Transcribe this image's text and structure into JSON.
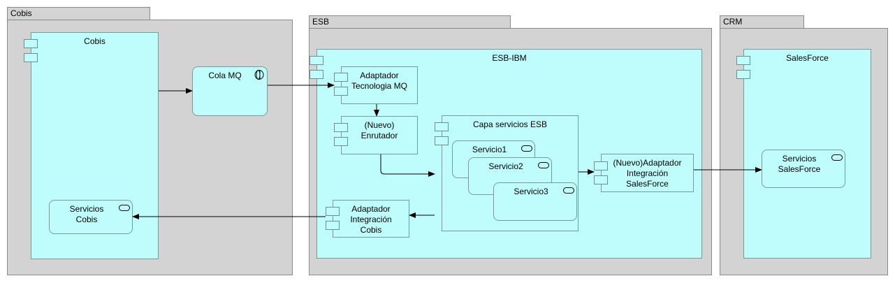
{
  "groups": {
    "cobis": {
      "tab": "Cobis"
    },
    "esb": {
      "tab": "ESB"
    },
    "crm": {
      "tab": "CRM"
    }
  },
  "components": {
    "cobis_app": "Cobis",
    "cola_mq": "Cola MQ",
    "esb_ibm": "ESB-IBM",
    "adaptador_mq": [
      "Adaptador",
      "Tecnologia MQ"
    ],
    "enrutador": [
      "(Nuevo)",
      "Enrutador"
    ],
    "capa_servicios": "Capa servicios ESB",
    "servicio1": "Servicio1",
    "servicio2": "Servicio2",
    "servicio3": "Servicio3",
    "adaptador_sf": [
      "(Nuevo)Adaptador",
      "Integración",
      "SalesForce"
    ],
    "adaptador_cobis": [
      "Adaptador",
      "Integración",
      "Cobis"
    ],
    "servicios_cobis": [
      "Servicios",
      "Cobis"
    ],
    "salesforce": "SalesForce",
    "servicios_sf": [
      "Servicios",
      "SalesForce"
    ]
  },
  "colors": {
    "group_fill": "#d3d3d3",
    "component_fill": "#bffcfc",
    "border": "#7a9a9a"
  },
  "icons": {
    "component": "component-stub-icon",
    "service": "service-pill-icon",
    "queue": "queue-icon"
  }
}
